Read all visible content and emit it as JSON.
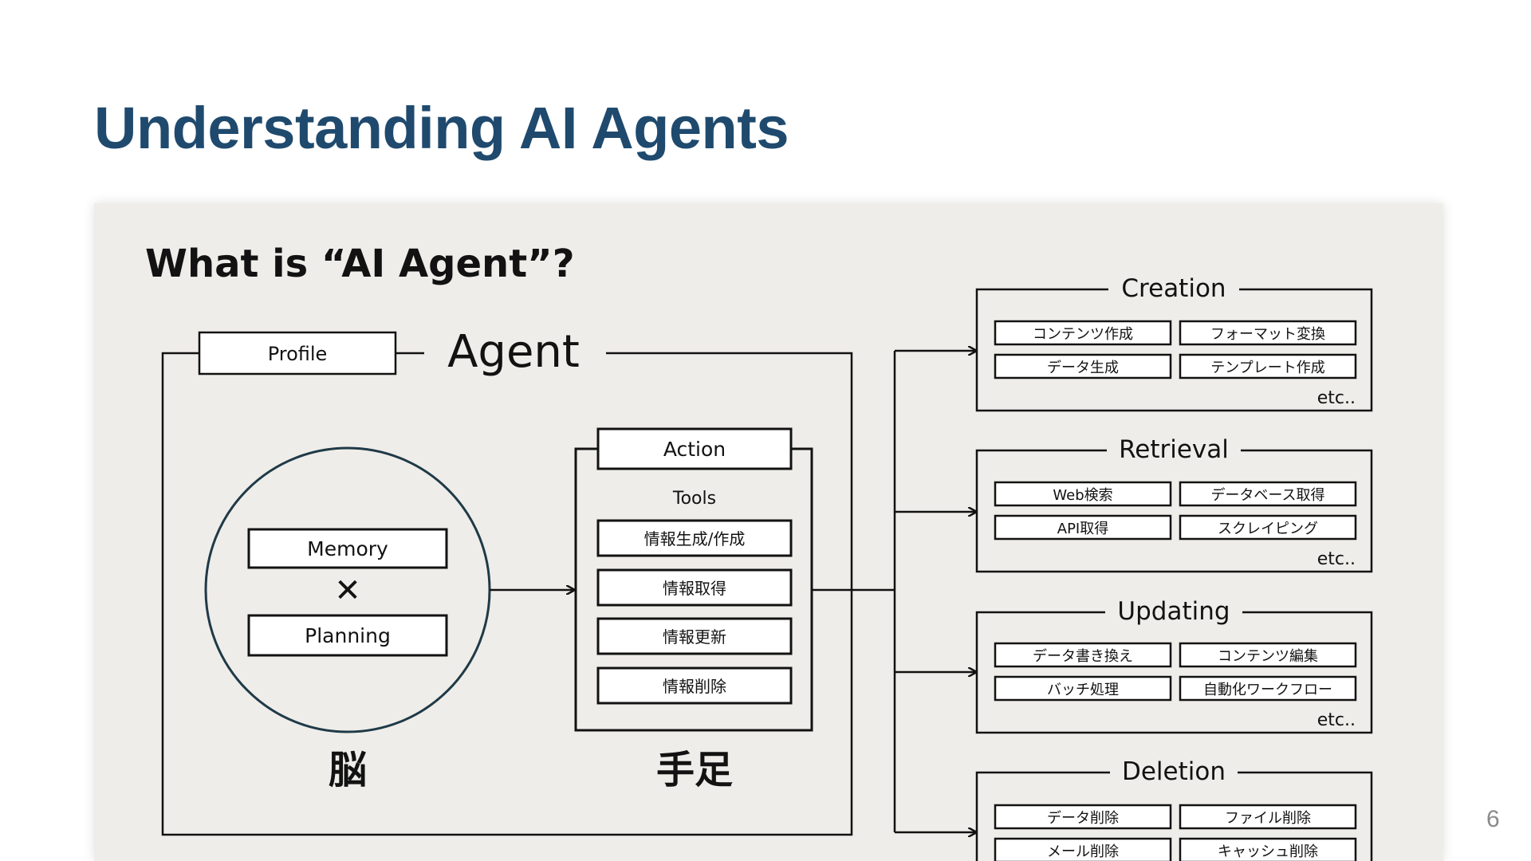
{
  "slide": {
    "title": "Understanding AI Agents",
    "page_number": "6"
  },
  "diagram": {
    "heading": "What is “AI Agent”?",
    "profile_label": "Profile",
    "agent_label": "Agent",
    "memory_label": "Memory",
    "times_symbol": "✕",
    "planning_label": "Planning",
    "brain_label": "脳",
    "action_label": "Action",
    "tools_label": "Tools",
    "tools": [
      "情報生成/作成",
      "情報取得",
      "情報更新",
      "情報削除"
    ],
    "hands_label": "手足",
    "categories": [
      {
        "name": "Creation",
        "items": [
          "コンテンツ作成",
          "フォーマット変換",
          "データ生成",
          "テンプレート作成"
        ],
        "more": "etc.."
      },
      {
        "name": "Retrieval",
        "items": [
          "Web検索",
          "データベース取得",
          "API取得",
          "スクレイピング"
        ],
        "more": "etc.."
      },
      {
        "name": "Updating",
        "items": [
          "データ書き換え",
          "コンテンツ編集",
          "バッチ処理",
          "自動化ワークフロー"
        ],
        "more": "etc.."
      },
      {
        "name": "Deletion",
        "items": [
          "データ削除",
          "ファイル削除",
          "メール削除",
          "キャッシュ削除"
        ],
        "more": ""
      }
    ],
    "colors": {
      "panel_bg": "#efede9",
      "ink": "#121212",
      "circle_stroke": "#1f3a48",
      "title_blue": "#1f4a6e"
    }
  }
}
